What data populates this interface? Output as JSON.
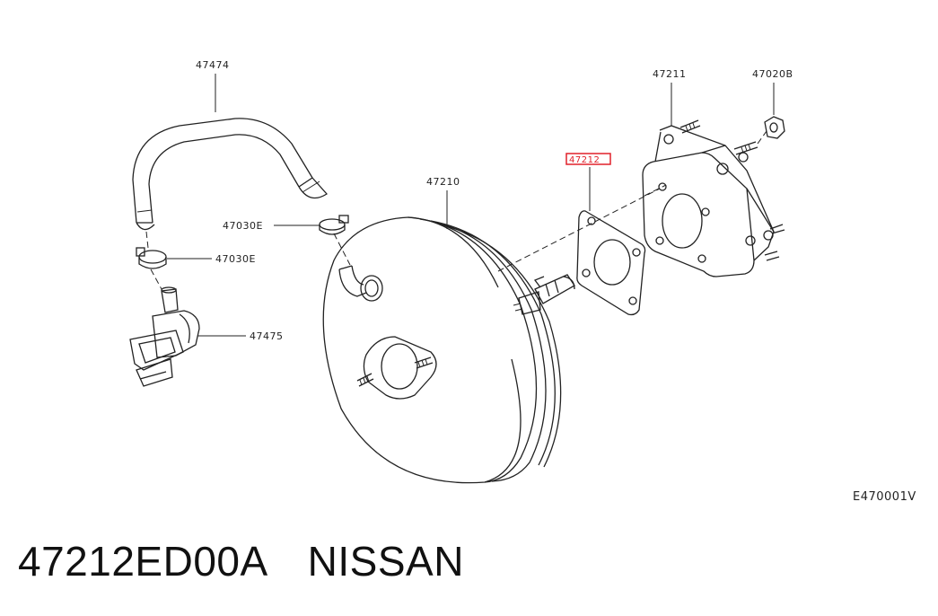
{
  "diagram": {
    "labels": {
      "p47474": "47474",
      "p47030e_a": "47030E",
      "p47030e_b": "47030E",
      "p47475": "47475",
      "p47210": "47210",
      "p47212": "47212",
      "p47211": "47211",
      "p47020b": "47020B",
      "ref": "E470001V"
    },
    "highlight_color": "#e0202a"
  },
  "caption": {
    "part_number": "47212ED00A",
    "brand": "NISSAN"
  }
}
